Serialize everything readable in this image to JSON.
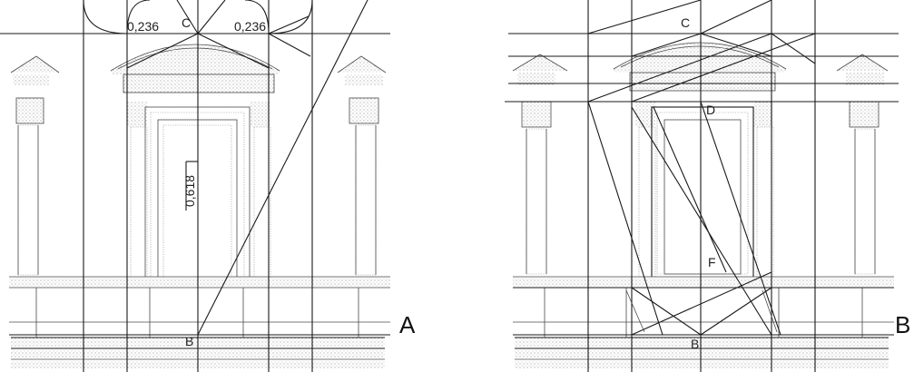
{
  "panels": [
    {
      "id": "A",
      "letter": "A",
      "measures": {
        "left": "0,236",
        "right": "0,236",
        "vertical": "0,618"
      },
      "points": {
        "top": "C",
        "bottom": "B"
      }
    },
    {
      "id": "B",
      "letter": "B",
      "points": {
        "top": "C",
        "mid": "D",
        "lower": "F",
        "bottom": "B"
      }
    }
  ]
}
